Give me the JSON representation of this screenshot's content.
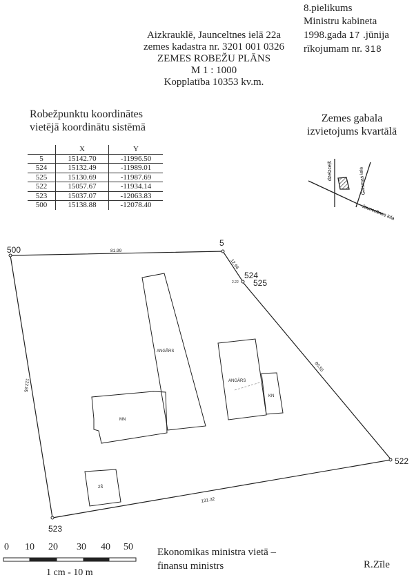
{
  "header": {
    "lines": [
      "Aizkrauklē, Jaunceltnes ielā 22a",
      "zemes kadastra nr. 3201 001 0326",
      "ZEMES ROBEŽU PLĀNS",
      "M 1 : 1000",
      "Kopplatība 10353 kv.m."
    ]
  },
  "appendix": {
    "line1": "8.pielikums",
    "line2": "Ministru kabineta",
    "line3_a": "1998.gada",
    "line3_day": "17",
    "line3_b": ".jūnija",
    "line4_a": "rīkojumam nr.",
    "line4_num": "318"
  },
  "coordinates": {
    "title": [
      "Robežpunktu koordinātes",
      "vietējā koordinātu sistēmā"
    ],
    "columns": [
      "",
      "X",
      "Y"
    ],
    "rows": [
      [
        "5",
        "15142.70",
        "-11996.50"
      ],
      [
        "524",
        "15132.49",
        "-11989.01"
      ],
      [
        "525",
        "15130.69",
        "-11987.69"
      ],
      [
        "522",
        "15057.67",
        "-11934.14"
      ],
      [
        "523",
        "15037.07",
        "-12063.83"
      ],
      [
        "500",
        "15138.88",
        "-12078.40"
      ]
    ]
  },
  "location": {
    "title": [
      "Zemes gabala",
      "izvietojums kvartālā"
    ],
    "streets": [
      "dzelzceļš",
      "Gaismas iela",
      "Jaunceltnes iela"
    ]
  },
  "plan": {
    "points": {
      "p500": "500",
      "p5": "5",
      "p524": "524",
      "p525": "525",
      "p522": "522",
      "p523": "523"
    },
    "distances": {
      "d500_5": "81.99",
      "d5_524": "12.66",
      "d525_522": "80.55",
      "d522_523": "131.32",
      "d523_500": "122.85",
      "d524_525": "2.22"
    },
    "buildings": {
      "hangar1": "ANGĀRS",
      "hangar2": "ANGĀRS",
      "kn": "KN",
      "mn": "MN",
      "zs": "2Š"
    }
  },
  "scale_bar": {
    "ticks": [
      "0",
      "10",
      "20",
      "30",
      "40",
      "50"
    ],
    "label": "1 cm - 10 m"
  },
  "signature": {
    "line1": "Ekonomikas ministra vietā –",
    "line2": "finansu ministrs",
    "name": "R.Zīle"
  }
}
